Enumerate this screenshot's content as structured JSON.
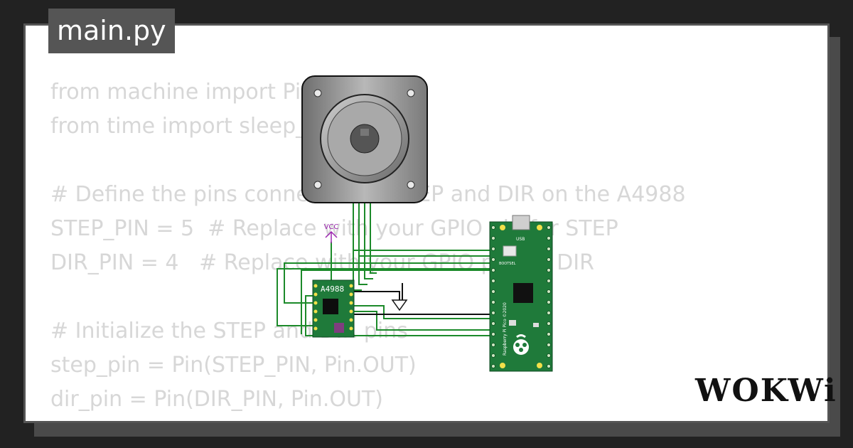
{
  "tab": {
    "label": "main.py"
  },
  "code_lines": [
    "from machine import Pin",
    "from time import sleep_us",
    "",
    "# Define the pins connected to STEP and DIR on the A4988",
    "STEP_PIN = 5  # Replace with your GPIO pin for STEP",
    "DIR_PIN = 4   # Replace with your GPIO pin for DIR",
    "",
    "# Initialize the STEP and DIR pins",
    "step_pin = Pin(STEP_PIN, Pin.OUT)",
    "dir_pin = Pin(DIR_PIN, Pin.OUT)"
  ],
  "diagram": {
    "driver_label": "A4988",
    "vcc_label": "VCC",
    "pico_usb_label": "USB",
    "pico_board_label": "Raspberry Pi Pico ©2020",
    "pico_bootsel_label": "BOOTSEL"
  },
  "logo": {
    "text": "WOKWi"
  },
  "colors": {
    "background": "#222222",
    "card": "#ffffff",
    "code_text": "#d7d7d7",
    "pcb_green": "#1f7a3a",
    "wire_green": "#1c8a2a",
    "vcc_purple": "#9c27b0"
  }
}
